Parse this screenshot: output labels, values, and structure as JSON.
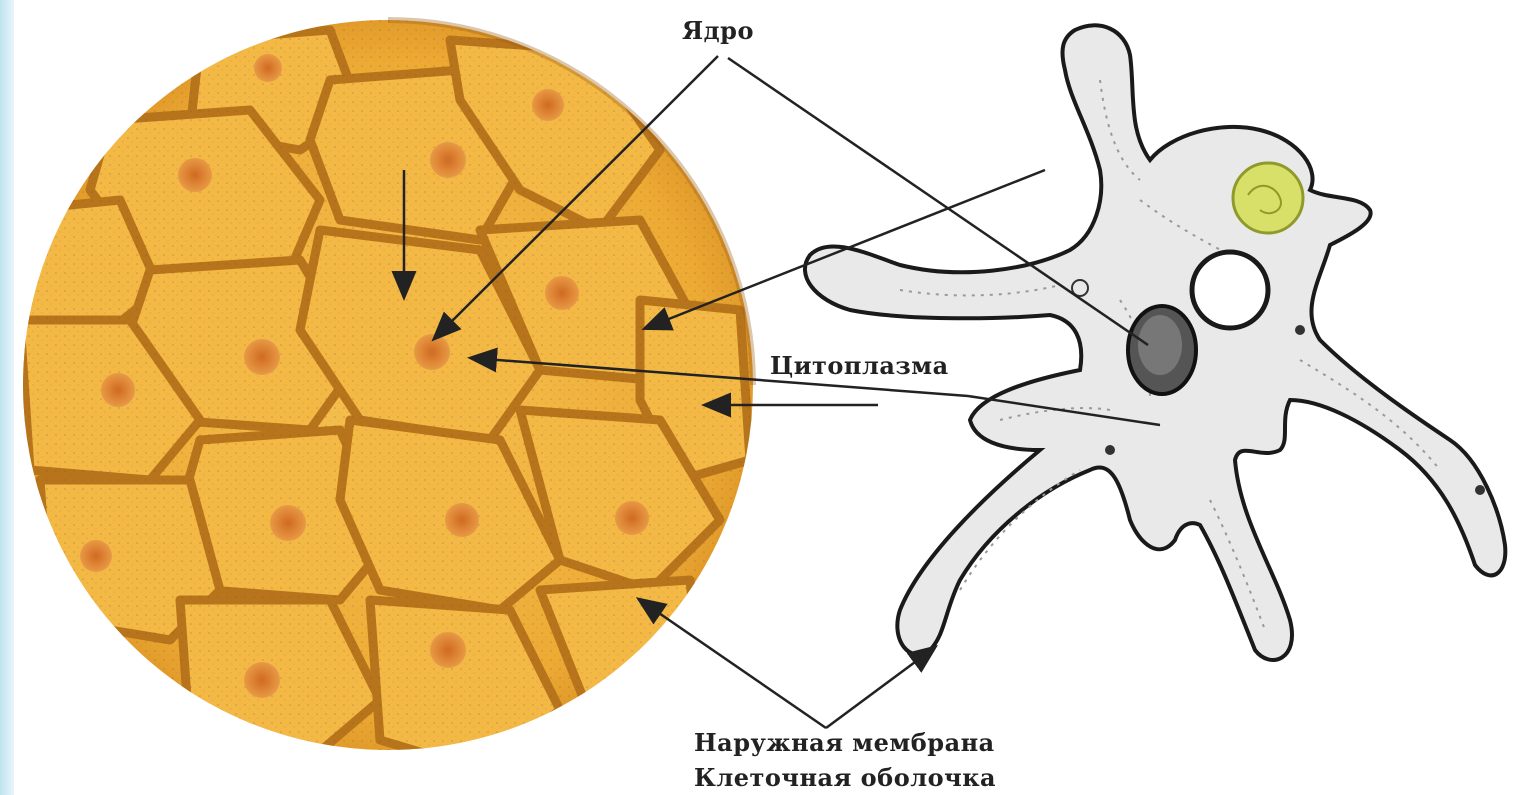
{
  "labels": {
    "nucleus": "Ядро",
    "cytoplasm": "Цитоплазма",
    "outer_membrane": "Наружная мембрана",
    "cell_wall": "Клеточная оболочка"
  },
  "colors": {
    "plant_cell_fill": "#f2b23c",
    "plant_cell_border": "#b8741a",
    "plant_nucleus": "#d9762a",
    "amoeba_fill": "#e9e9e9",
    "amoeba_outline": "#1a1a1a",
    "food_vacuole": "#d8e06a",
    "arrow": "#222222"
  }
}
